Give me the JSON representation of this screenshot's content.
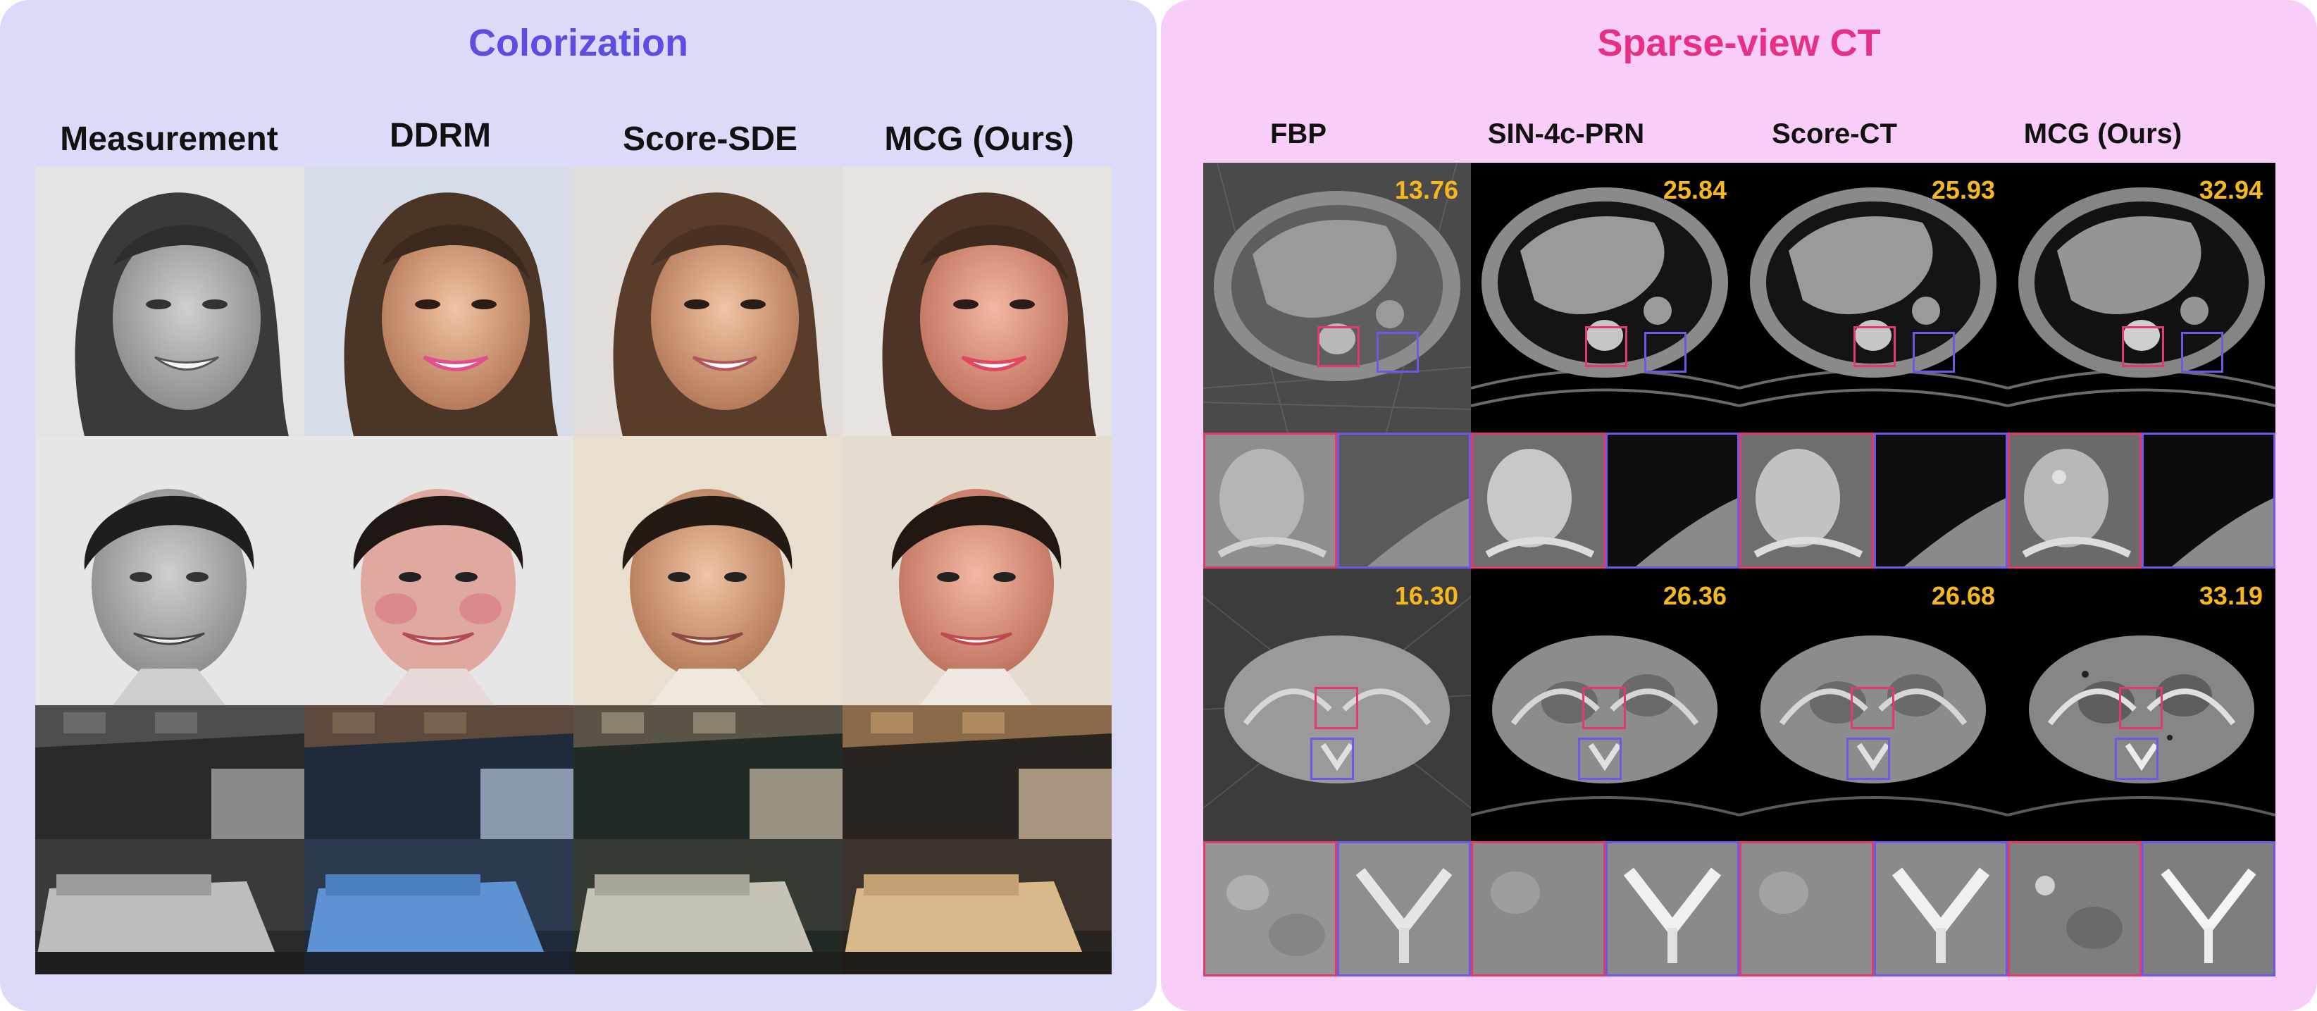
{
  "colorization": {
    "title": "Colorization",
    "title_color": "#5b4ee0",
    "columns": [
      "Measurement",
      "DDRM",
      "Score-SDE",
      "MCG (Ours)"
    ],
    "rows": [
      "face-woman",
      "face-man",
      "bedroom"
    ]
  },
  "ct": {
    "title": "Sparse-view CT",
    "title_color": "#e62f85",
    "columns": [
      "FBP",
      "SIN-4c-PRN",
      "Score-CT",
      "MCG (Ours)"
    ],
    "scans": [
      {
        "name": "chest",
        "psnr": [
          "13.76",
          "25.84",
          "25.93",
          "32.94"
        ]
      },
      {
        "name": "pelvis",
        "psnr": [
          "16.30",
          "26.36",
          "26.68",
          "33.19"
        ]
      }
    ]
  },
  "colors": {
    "psnr_text": "#f6b81c",
    "red_box": "#e23a6b",
    "blue_box": "#6a5ae6"
  }
}
